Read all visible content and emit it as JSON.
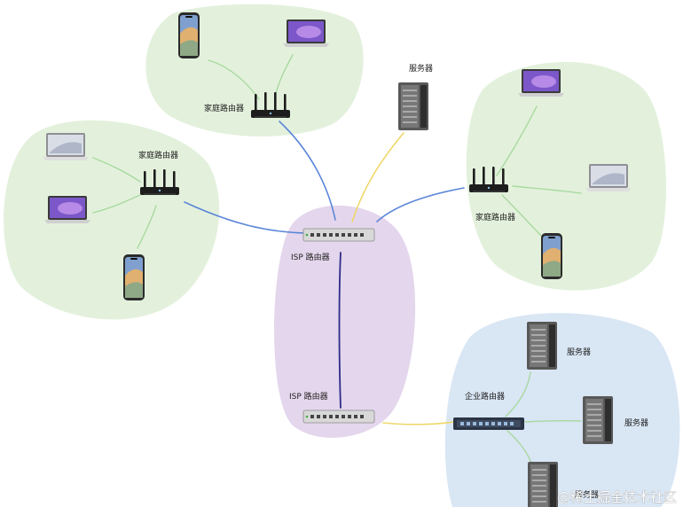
{
  "labels": {
    "home_router": "家庭路由器",
    "server": "服务器",
    "isp_router": "ISP 路由器",
    "enterprise_router": "企业路由器",
    "watermark": "@稀土掘金技术社区"
  },
  "colors": {
    "home_zone": "#e3f1dc",
    "isp_zone": "#e4d6ec",
    "enterprise_zone": "#d9e6f4",
    "link_blue": "#5a86d8",
    "link_yellow": "#efd76a",
    "link_green": "#a9d9a0",
    "link_purple": "#2e2b8a"
  },
  "icons": {
    "router": "wifi-router-icon",
    "laptop": "laptop-icon",
    "phone": "phone-icon",
    "server": "server-tower-icon",
    "switch": "rack-switch-icon"
  }
}
